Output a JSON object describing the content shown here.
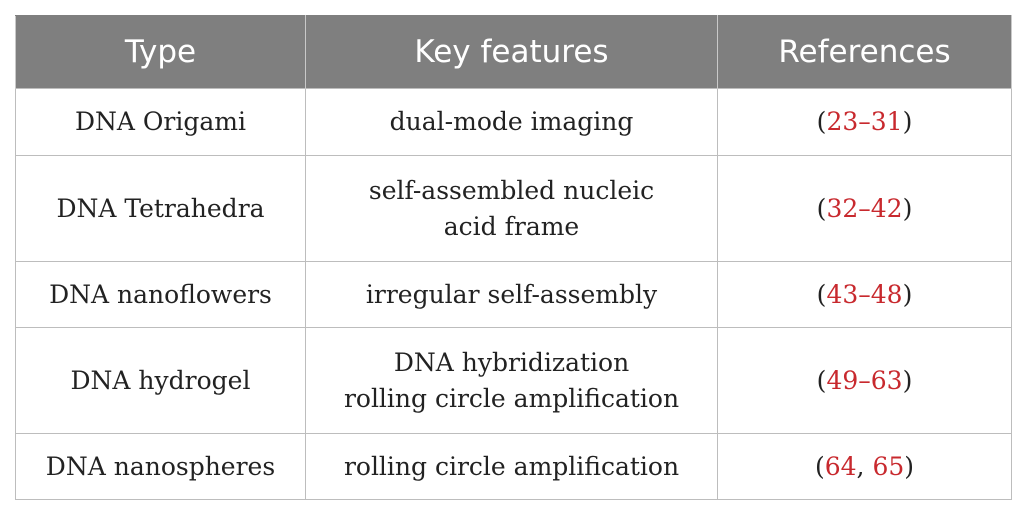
{
  "table": {
    "headers": [
      "Type",
      "Key features",
      "References"
    ],
    "rows": [
      {
        "type": "DNA Origami",
        "features": [
          "dual-mode imaging"
        ],
        "refs": {
          "open": "(",
          "parts": [
            "23–31"
          ],
          "sep": "",
          "close": ")"
        }
      },
      {
        "type": "DNA Tetrahedra",
        "features": [
          "self-assembled nucleic",
          "acid frame"
        ],
        "refs": {
          "open": "(",
          "parts": [
            "32–42"
          ],
          "sep": "",
          "close": ")"
        }
      },
      {
        "type": "DNA nanoflowers",
        "features": [
          "irregular self-assembly"
        ],
        "refs": {
          "open": "(",
          "parts": [
            "43–48"
          ],
          "sep": "",
          "close": ")"
        }
      },
      {
        "type": "DNA hydrogel",
        "features": [
          "DNA hybridization",
          "rolling circle amplification"
        ],
        "refs": {
          "open": "(",
          "parts": [
            "49–63"
          ],
          "sep": "",
          "close": ")"
        }
      },
      {
        "type": "DNA nanospheres",
        "features": [
          "rolling circle amplification"
        ],
        "refs": {
          "open": "(",
          "parts": [
            "64",
            "65"
          ],
          "sep": ", ",
          "close": ")"
        }
      }
    ]
  },
  "colors": {
    "header_bg": "#7f7f7f",
    "header_text": "#ffffff",
    "link": "#c8292e",
    "border": "#bdbdbd"
  }
}
